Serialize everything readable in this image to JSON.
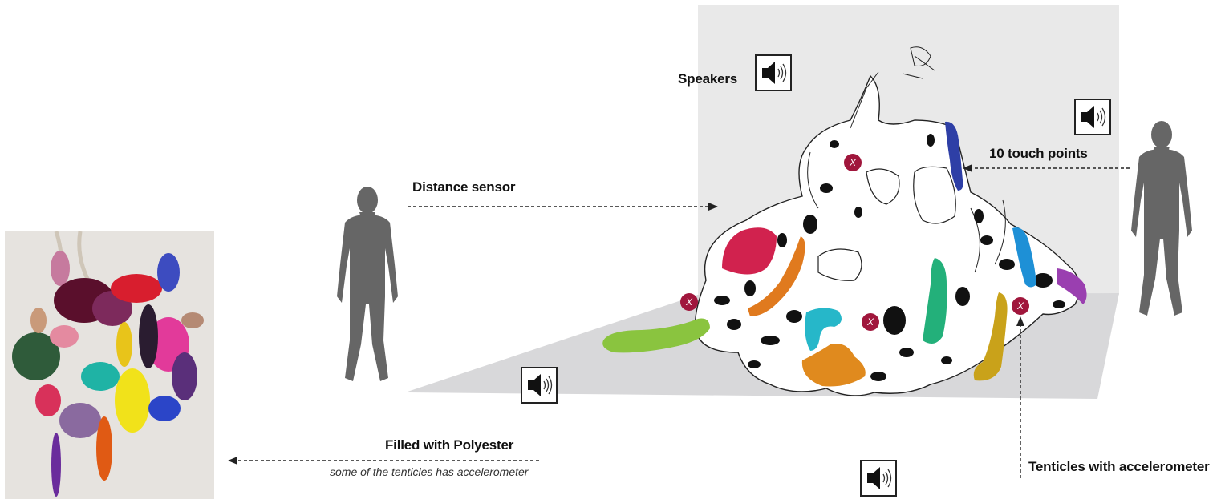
{
  "labels": {
    "speakers": "Speakers",
    "distance_sensor": "Distance sensor",
    "touch_points": "10 touch points",
    "filled_with": "Filled with Polyester",
    "filled_sub": "some of the tenticles has accelerometer",
    "tenticles": "Tenticles with accelerometer"
  },
  "markers": {
    "accelerometer_symbol": "X"
  },
  "icons": {
    "speaker": "speaker-icon",
    "person": "person-silhouette-icon",
    "photo": "sculpture-photo"
  },
  "colors": {
    "wall": "#e9e9e9",
    "floor": "#d9d9db",
    "silhouette": "#666666",
    "marker": "#a0163c",
    "tentacles": [
      "#d1224e",
      "#e07a1e",
      "#2e3fa6",
      "#1e90d6",
      "#23b07a",
      "#8ac43f",
      "#c9a21a",
      "#26b7c9",
      "#9a3fb0",
      "#e08a1e"
    ]
  }
}
